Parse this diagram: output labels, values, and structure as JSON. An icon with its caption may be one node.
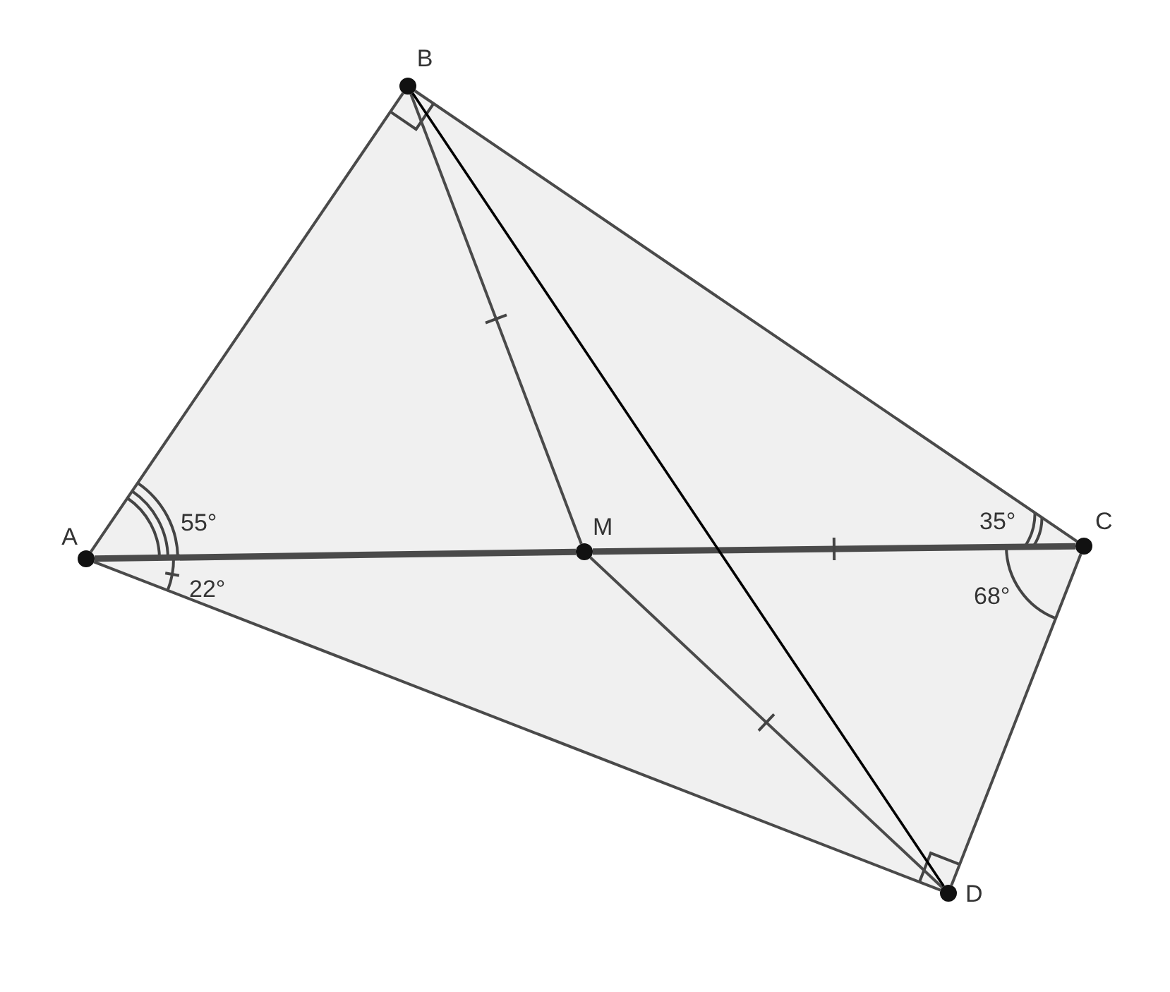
{
  "diagram": {
    "nodes": [
      {
        "text": [
          "A"
        ]
      },
      {
        "text": [
          "B"
        ]
      },
      {
        "text": [
          "C"
        ]
      },
      {
        "text": [
          "D"
        ]
      },
      {
        "text": [
          "M"
        ]
      }
    ],
    "edges": [
      {
        "from": 0,
        "to": 1,
        "arrow": "none"
      },
      {
        "from": 1,
        "to": 2,
        "arrow": "none"
      },
      {
        "from": 2,
        "to": 3,
        "arrow": "none"
      },
      {
        "from": 3,
        "to": 0,
        "arrow": "none"
      },
      {
        "from": 0,
        "to": 4,
        "arrow": "none",
        "style": "thick"
      },
      {
        "from": 4,
        "to": 2,
        "arrow": "none",
        "style": "thick"
      },
      {
        "from": 1,
        "to": 4,
        "arrow": "none"
      },
      {
        "from": 4,
        "to": 3,
        "arrow": "none"
      },
      {
        "from": 1,
        "to": 3,
        "arrow": "none",
        "color": "#000000"
      }
    ],
    "labels": [
      "55°",
      "22°",
      "35°",
      "68°"
    ]
  }
}
